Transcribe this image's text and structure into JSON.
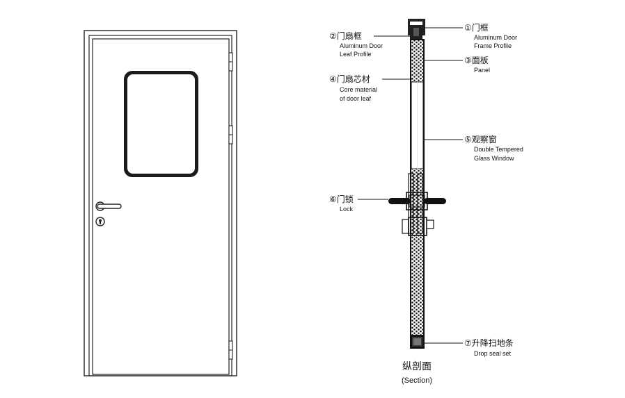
{
  "labels": {
    "l1": {
      "num": "①",
      "zh": "门框",
      "en1": "Aluminum Door",
      "en2": "Frame Profile"
    },
    "l2": {
      "num": "②",
      "zh": "门扇框",
      "en1": "Aluminum Door",
      "en2": "Leaf Profile"
    },
    "l3": {
      "num": "③",
      "zh": "面板",
      "en1": "Panel"
    },
    "l4": {
      "num": "④",
      "zh": "门扇芯材",
      "en1": "Core material",
      "en2": "of door leaf"
    },
    "l5": {
      "num": "⑤",
      "zh": "观察窗",
      "en1": "Double Tempered",
      "en2": "Glass Window"
    },
    "l6": {
      "num": "⑥",
      "zh": "门锁",
      "en1": "Lock"
    },
    "l7": {
      "num": "⑦",
      "zh": "升降扫地条",
      "en1": "Drop seal set"
    }
  },
  "caption": {
    "zh": "纵剖面",
    "en": "(Section)"
  }
}
